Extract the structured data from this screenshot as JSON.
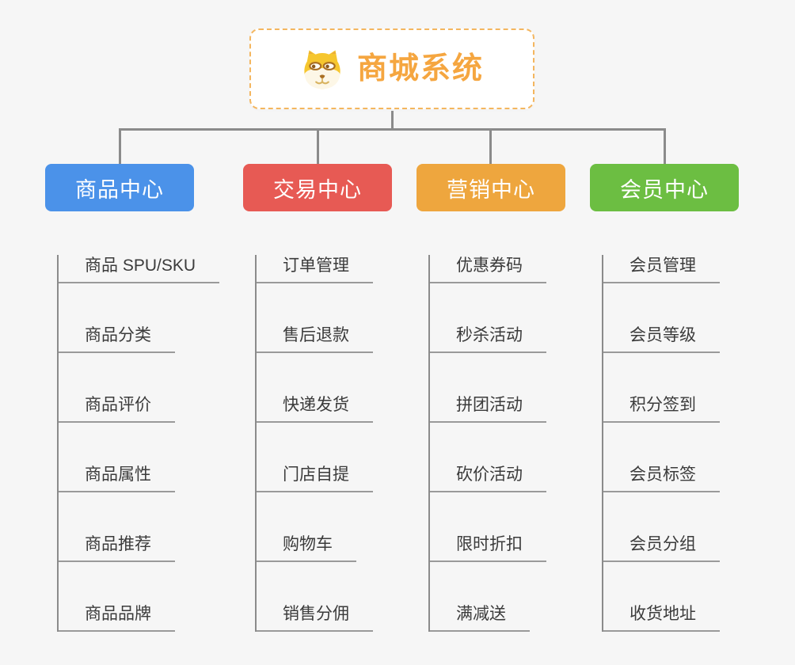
{
  "page": {
    "background_color": "#f6f6f6",
    "connector_color": "#8b8b8b",
    "underline_color": "#9a9a9a"
  },
  "root": {
    "title": "商城系统",
    "icon": "shiba-dog-icon",
    "text_color": "#f5a640",
    "border_color": "#f4b65f",
    "background_color": "#ffffff"
  },
  "branches": [
    {
      "label": "商品中心",
      "color": "#4b92e9",
      "items": [
        "商品 SPU/SKU",
        "商品分类",
        "商品评价",
        "商品属性",
        "商品推荐",
        "商品品牌"
      ]
    },
    {
      "label": "交易中心",
      "color": "#e75a54",
      "items": [
        "订单管理",
        "售后退款",
        "快递发货",
        "门店自提",
        "购物车",
        "销售分佣"
      ]
    },
    {
      "label": "营销中心",
      "color": "#eea63e",
      "items": [
        "优惠券码",
        "秒杀活动",
        "拼团活动",
        "砍价活动",
        "限时折扣",
        "满减送"
      ]
    },
    {
      "label": "会员中心",
      "color": "#6cbe42",
      "items": [
        "会员管理",
        "会员等级",
        "积分签到",
        "会员标签",
        "会员分组",
        "收货地址"
      ]
    }
  ]
}
